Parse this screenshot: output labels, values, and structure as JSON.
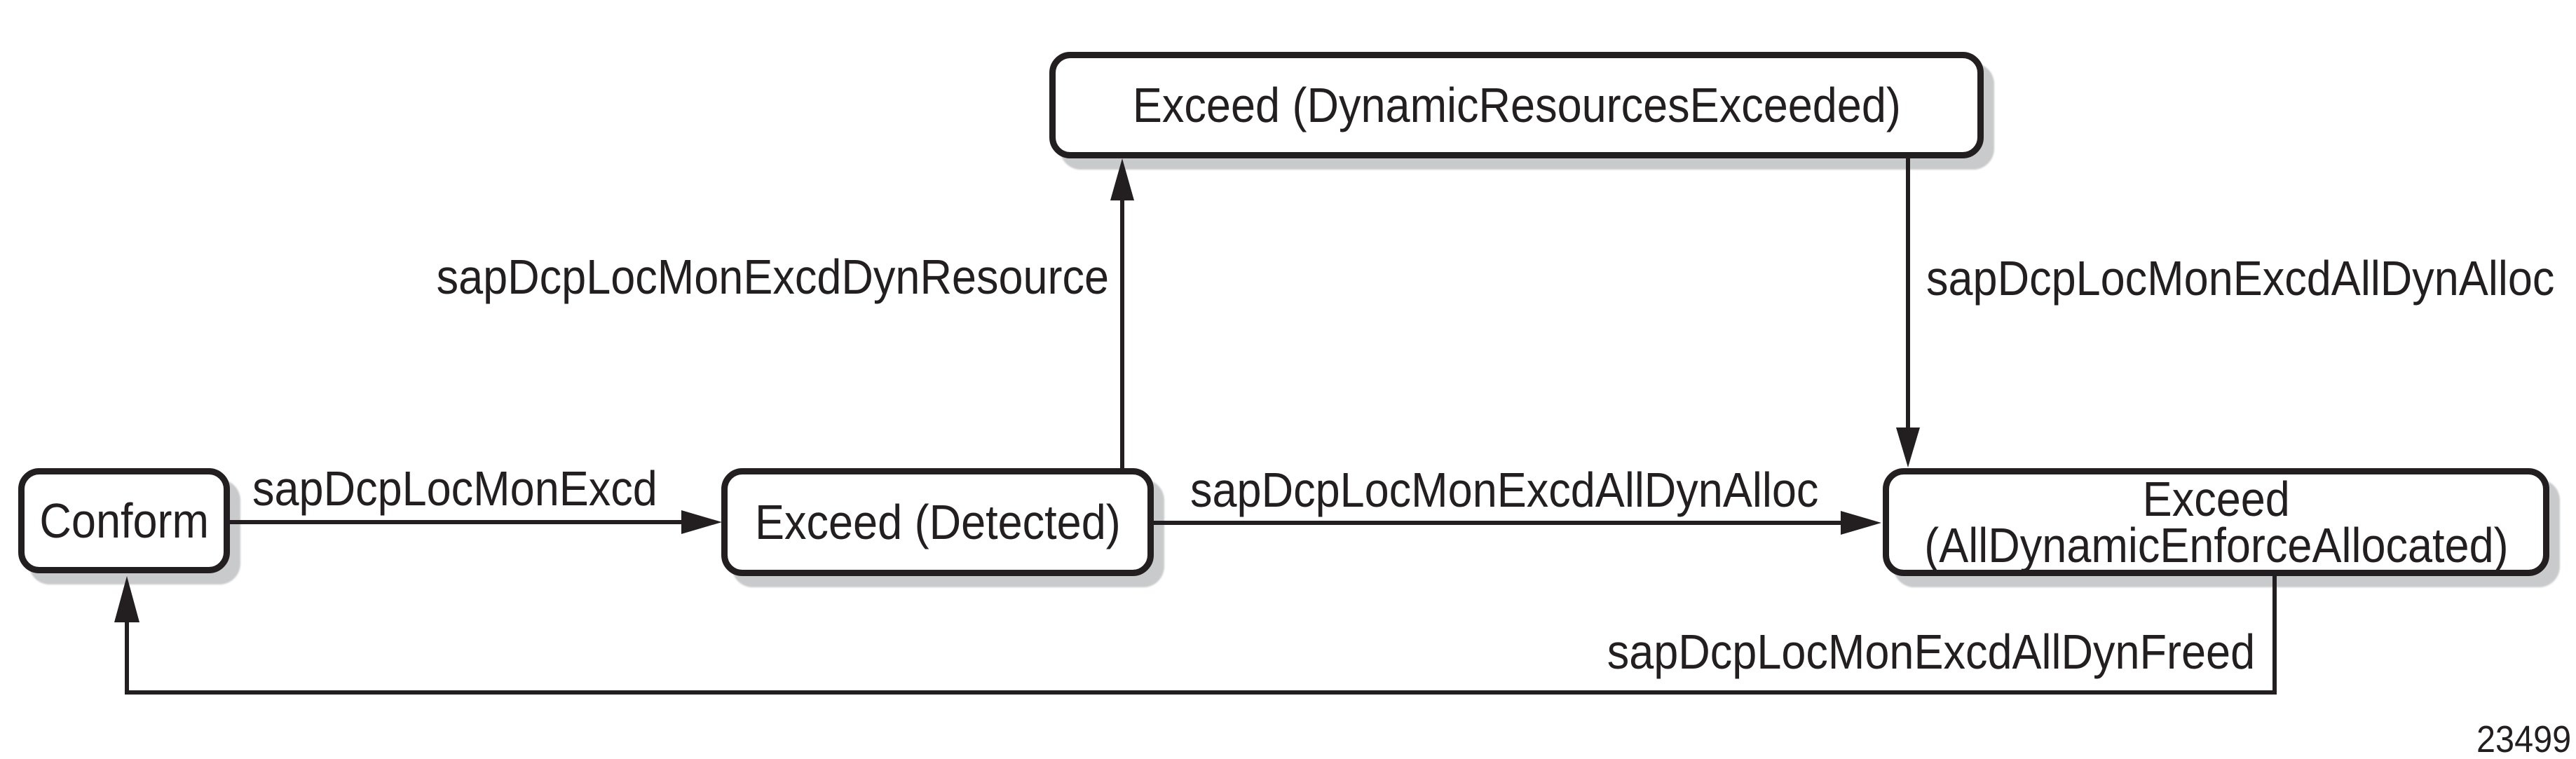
{
  "figure": {
    "number": "23499"
  },
  "colors": {
    "ink": "#231f20",
    "box_fill": "#ffffff",
    "box_shadow": "#c9cacb",
    "background": "#ffffff"
  },
  "states": [
    {
      "id": "conform",
      "label": "Conform"
    },
    {
      "id": "exceed-detected",
      "label": "Exceed (Detected)"
    },
    {
      "id": "exceed-dynamic-resources-exceeded",
      "label": "Exceed (DynamicResourcesExceeded)"
    },
    {
      "id": "exceed-all-dynamic-enforce-allocated",
      "label": "Exceed",
      "label2": "(AllDynamicEnforceAllocated)"
    }
  ],
  "transitions": [
    {
      "from": "conform",
      "to": "exceed-detected",
      "label": "sapDcpLocMonExcd"
    },
    {
      "from": "exceed-detected",
      "to": "exceed-dynamic-resources-exceeded",
      "label": "sapDcpLocMonExcdDynResource"
    },
    {
      "from": "exceed-detected",
      "to": "exceed-all-dynamic-enforce-allocated",
      "label": "sapDcpLocMonExcdAllDynAlloc"
    },
    {
      "from": "exceed-dynamic-resources-exceeded",
      "to": "exceed-all-dynamic-enforce-allocated",
      "label": "sapDcpLocMonExcdAllDynAlloc"
    },
    {
      "from": "exceed-all-dynamic-enforce-allocated",
      "to": "conform",
      "label": "sapDcpLocMonExcdAllDynFreed"
    }
  ]
}
